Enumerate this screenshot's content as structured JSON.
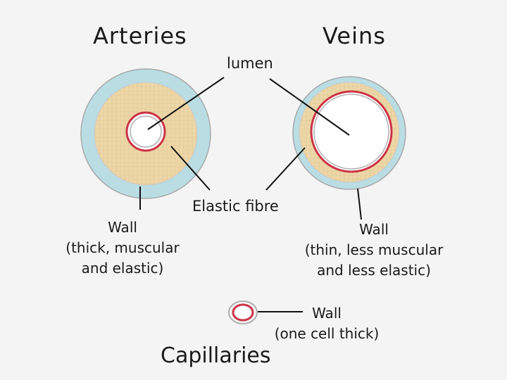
{
  "title_arteries": "Arteries",
  "title_veins": "Veins",
  "label_lumen": "lumen",
  "label_elastic_fibre": "Elastic fibre",
  "artery_wall": {
    "line1": "Wall",
    "line2": "(thick, muscular",
    "line3": "and elastic)"
  },
  "vein_wall": {
    "line1": "Wall",
    "line2": "(thin, less muscular",
    "line3": "and less elastic)"
  },
  "capillary_wall": {
    "line1": "Wall",
    "line2": "(one cell thick)"
  },
  "label_capillaries": "Capillaries",
  "colors": {
    "background": "#f4f4f4",
    "outer_layer": "#b9dde3",
    "muscle_layer": "#edd7a8",
    "elastic_fibre": "#cc3344",
    "lumen": "#ffffff",
    "outline": "#a8a8a8"
  }
}
